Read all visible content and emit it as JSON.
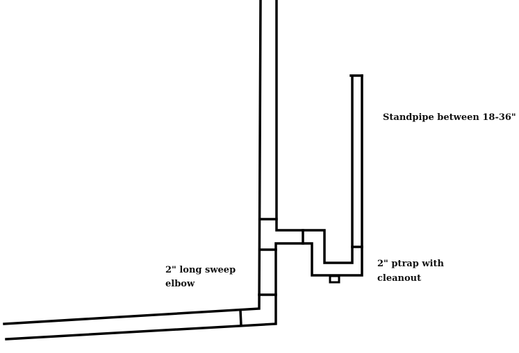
{
  "labels": {
    "standpipe": "Standpipe between 18-36\"",
    "ptrap_line1": "2\" ptrap with",
    "ptrap_line2": "cleanout",
    "elbow_line1": "2\" long sweep",
    "elbow_line2": "elbow"
  },
  "colors": {
    "line": "#000000",
    "background": "#ffffff"
  }
}
